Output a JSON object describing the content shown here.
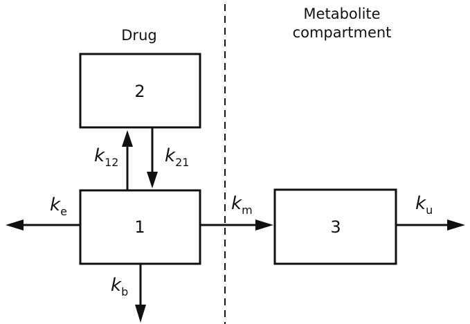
{
  "header": {
    "drug_label": "Drug",
    "metabolite_label_line1": "Metabolite",
    "metabolite_label_line2": "compartment"
  },
  "compartments": {
    "c1": "1",
    "c2": "2",
    "c3": "3"
  },
  "rates": {
    "k12": {
      "symbol": "k",
      "sub": "12"
    },
    "k21": {
      "symbol": "k",
      "sub": "21"
    },
    "ke": {
      "symbol": "k",
      "sub": "e"
    },
    "kb": {
      "symbol": "k",
      "sub": "b"
    },
    "km": {
      "symbol": "k",
      "sub": "m"
    },
    "ku": {
      "symbol": "k",
      "sub": "u"
    }
  }
}
